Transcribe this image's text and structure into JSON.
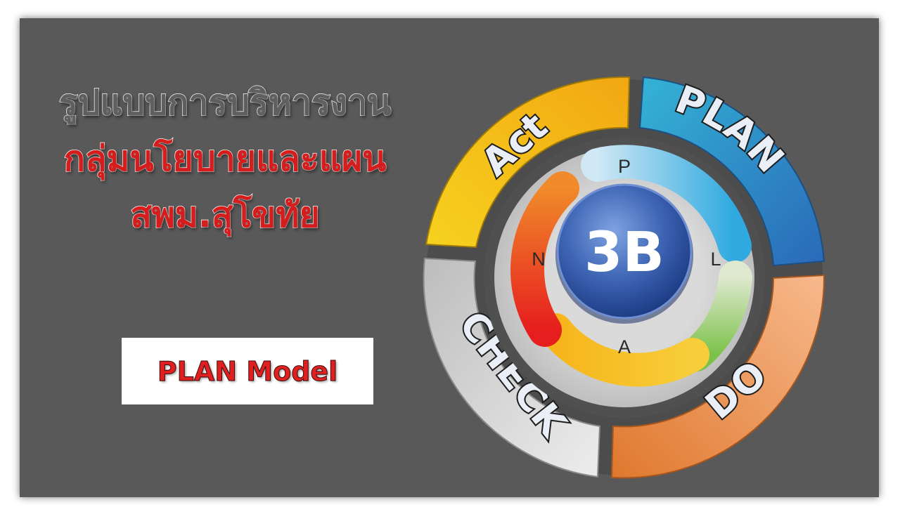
{
  "title": {
    "line1": "รูปแบบการบริหารงาน",
    "line2": "กลุ่มนโยบายและแผน",
    "line3": "สพม.สุโขทัย"
  },
  "model_label": "PLAN Model",
  "cycle": {
    "segments": [
      {
        "id": "plan",
        "label": "PLAN",
        "color": "#2e7fbf"
      },
      {
        "id": "do",
        "label": "DO",
        "color": "#f0955a"
      },
      {
        "id": "check",
        "label": "CHECK",
        "color": "#c8c8c8"
      },
      {
        "id": "act",
        "label": "Act",
        "color": "#f2c21a"
      }
    ],
    "inner_letters": [
      "P",
      "L",
      "A",
      "N"
    ],
    "center": "3B"
  }
}
